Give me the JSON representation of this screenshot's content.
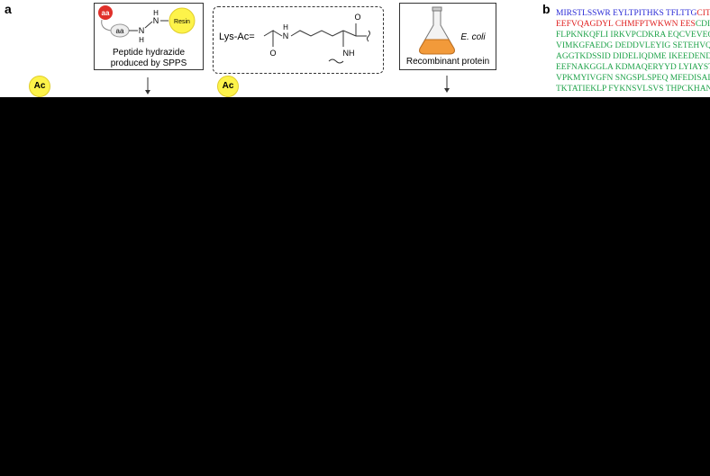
{
  "panel_a": {
    "letter": "a",
    "hydrazide_box": {
      "aa_red_label": "aa",
      "aa_label": "aa",
      "n_label": "N",
      "h_label": "H",
      "resin_label": "Resin",
      "caption_line1": "Peptide hydrazide",
      "caption_line2": "produced by SPPS"
    },
    "lys_box": {
      "lys_label": "Lys-Ac=",
      "nh_top": "H",
      "n_top": "N",
      "o_left": "O",
      "o_right": "O",
      "nh_bottom": "NH"
    },
    "ecoli_box": {
      "organism": "E. coli",
      "caption": "Recombinant protein"
    },
    "ac_badges": [
      "Ac",
      "Ac"
    ]
  },
  "panel_b": {
    "letter": "b",
    "rows": [
      [
        {
          "t": "MIRSTLSSWR EYLTPITHKS TFLTTG",
          "c": "#2b2bd6"
        },
        {
          "t": "CITP",
          "c": "#e02020"
        }
      ],
      [
        {
          "t": "EEFVQAGDYL CHMFPTWKWN EES",
          "c": "#e02020"
        },
        {
          "t": "CDISYRD",
          "c": "#1fa34a"
        }
      ],
      [
        {
          "t": "FLPKNKQFLI IRKVPCDKRA EQCVEVEGPD",
          "c": "#1fa34a"
        }
      ],
      [
        {
          "t": "VIMKGFAEDG DEDDVLEYIG SETEHVQSTP",
          "c": "#1fa34a"
        }
      ],
      [
        {
          "t": "AGGTKDSSID DIDELIQDME IKEEDENDDT",
          "c": "#1fa34a"
        }
      ],
      [
        {
          "t": "EEFNAKGGLA KDMAQERYYD LYIAYSTSYR",
          "c": "#1fa34a"
        }
      ],
      [
        {
          "t": "VPKMYIVGFN SNGSPLSPEQ MFEDISADYR",
          "c": "#1fa34a"
        }
      ],
      [
        {
          "t": "TKTATIEKLP FYKNSVLSVS THPCKHANVM",
          "c": "#1fa34a"
        }
      ]
    ]
  },
  "colors": {
    "badge_yellow": "#fdf34a",
    "aa_red": "#e0302a",
    "seq_blue": "#2b2bd6",
    "seq_red": "#e02020",
    "seq_green": "#1fa34a",
    "flask_orange": "#f29a3a"
  }
}
